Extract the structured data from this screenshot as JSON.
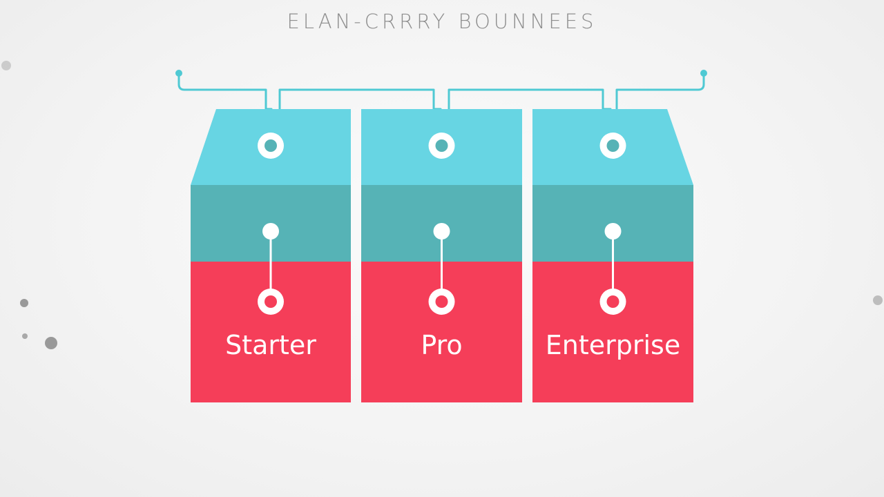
{
  "heading": "ELAN-CRRRY BOUNNEES",
  "colors": {
    "roof": "#67d5e3",
    "middle": "#56b3b6",
    "base": "#f53e59",
    "connector": "#4fc9d3",
    "ring": "#ffffff",
    "background": "#f4f4f4"
  },
  "tiers": [
    {
      "label": "Starter"
    },
    {
      "label": "Pro"
    },
    {
      "label": "Enterprise"
    }
  ]
}
